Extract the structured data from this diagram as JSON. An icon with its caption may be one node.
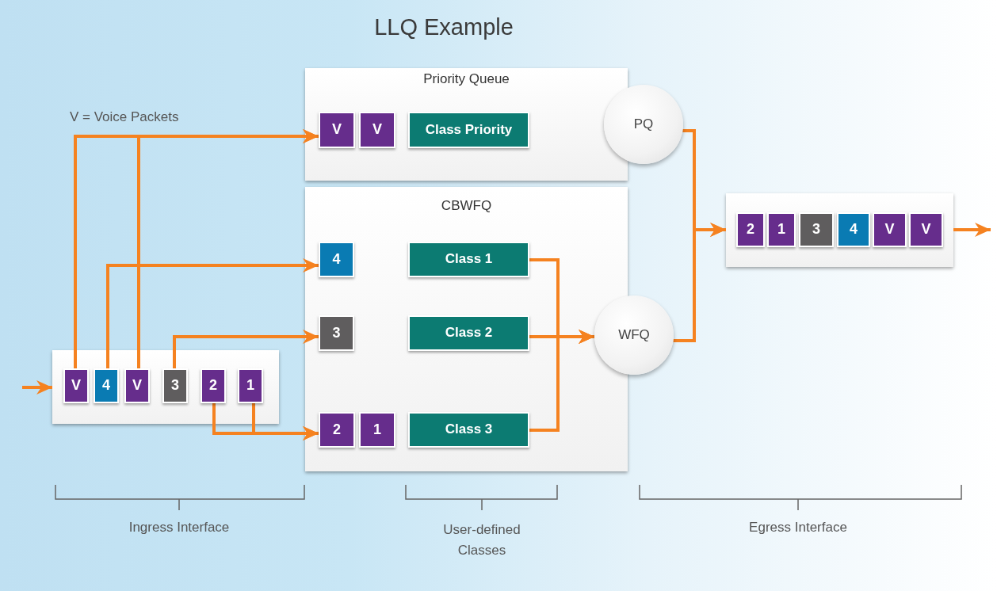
{
  "diagram": {
    "title": "LLQ Example",
    "nodes": [
      {
        "text": [],
        "shape": "box"
      },
      {
        "text": [
          "V"
        ],
        "in": 0
      },
      {
        "text": [
          "4"
        ],
        "in": 0
      },
      {
        "text": [
          "V"
        ],
        "in": 0
      },
      {
        "text": [
          "3"
        ],
        "in": 0
      },
      {
        "text": [
          "2"
        ],
        "in": 0
      },
      {
        "text": [
          "1"
        ],
        "in": 0
      },
      {
        "text": [
          "Priority Queue"
        ]
      },
      {
        "text": [
          "V"
        ],
        "in": 7
      },
      {
        "text": [
          "V"
        ],
        "in": 7
      },
      {
        "text": [
          "Class Priority"
        ],
        "in": 7
      },
      {
        "text": [
          "CBWFQ"
        ]
      },
      {
        "text": [
          "4"
        ],
        "in": 11
      },
      {
        "text": [
          "Class 1"
        ],
        "in": 11
      },
      {
        "text": [
          "3"
        ],
        "in": 11
      },
      {
        "text": [
          "Class 2"
        ],
        "in": 11
      },
      {
        "text": [
          "2"
        ],
        "in": 11
      },
      {
        "text": [
          "1"
        ],
        "in": 11
      },
      {
        "text": [
          "Class 3"
        ],
        "in": 11
      },
      {
        "text": [
          "PQ"
        ]
      },
      {
        "text": [
          "WFQ"
        ]
      },
      {
        "text": [],
        "shape": "box"
      },
      {
        "text": [
          "2"
        ],
        "in": 21
      },
      {
        "text": [
          "1"
        ],
        "in": 21
      },
      {
        "text": [
          "3"
        ],
        "in": 21
      },
      {
        "text": [
          "4"
        ],
        "in": 21
      },
      {
        "text": [
          "V"
        ],
        "in": 21
      },
      {
        "text": [
          "V"
        ],
        "in": 21
      }
    ],
    "edges": [
      {
        "from": null,
        "to": 0,
        "arrow": "to"
      },
      {
        "from": 1,
        "to": 8,
        "arrow": "to"
      },
      {
        "from": 3,
        "to": 8,
        "arrow": "to"
      },
      {
        "from": 2,
        "to": 12,
        "arrow": "to"
      },
      {
        "from": 4,
        "to": 14,
        "arrow": "to"
      },
      {
        "from": 5,
        "to": 16,
        "arrow": "to"
      },
      {
        "from": 6,
        "to": 16,
        "arrow": "to"
      },
      {
        "from": 13,
        "to": 20,
        "arrow": "to"
      },
      {
        "from": 15,
        "to": 20,
        "arrow": "to"
      },
      {
        "from": 18,
        "to": 20,
        "arrow": "to"
      },
      {
        "from": 19,
        "to": 21,
        "arrow": "to"
      },
      {
        "from": 20,
        "to": 21,
        "arrow": "to"
      },
      {
        "from": 21,
        "to": null,
        "arrow": "to"
      }
    ],
    "labels": [
      "V = Voice Packets",
      "Ingress Interface",
      "User-defined Classes",
      "Egress Interface"
    ]
  }
}
